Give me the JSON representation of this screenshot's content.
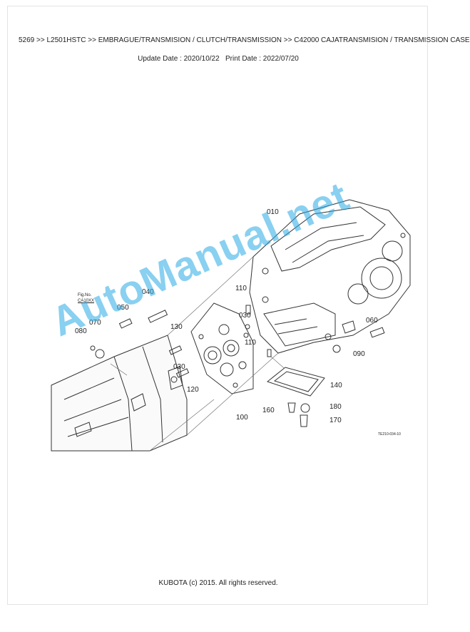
{
  "header": {
    "breadcrumb": "5269 >> L2501HSTC >> EMBRAGUE/TRANSMISION / CLUTCH/TRANSMISSION >> C42000   CAJATRANSMISION / TRANSMISSION CASE",
    "update_date": "Update Date : 2020/10/22",
    "print_date": "Print Date : 2022/07/20"
  },
  "diagram": {
    "fig_ref_label": "Fig.No.",
    "fig_ref_code": "CA10XX",
    "drawing_code": "TE210-034-10",
    "callouts": {
      "c010": "010",
      "c110a": "110",
      "c030a": "030",
      "c040": "040",
      "c050": "050",
      "c070": "070",
      "c080": "080",
      "c130": "130",
      "c030b": "030",
      "c120": "120",
      "c100": "100",
      "c110b": "110",
      "c060": "060",
      "c090": "090",
      "c140": "140",
      "c160": "160",
      "c180": "180",
      "c170": "170"
    }
  },
  "watermark": "AutoManual.net",
  "footer": {
    "copyright": "KUBOTA (c) 2015. All rights reserved."
  }
}
